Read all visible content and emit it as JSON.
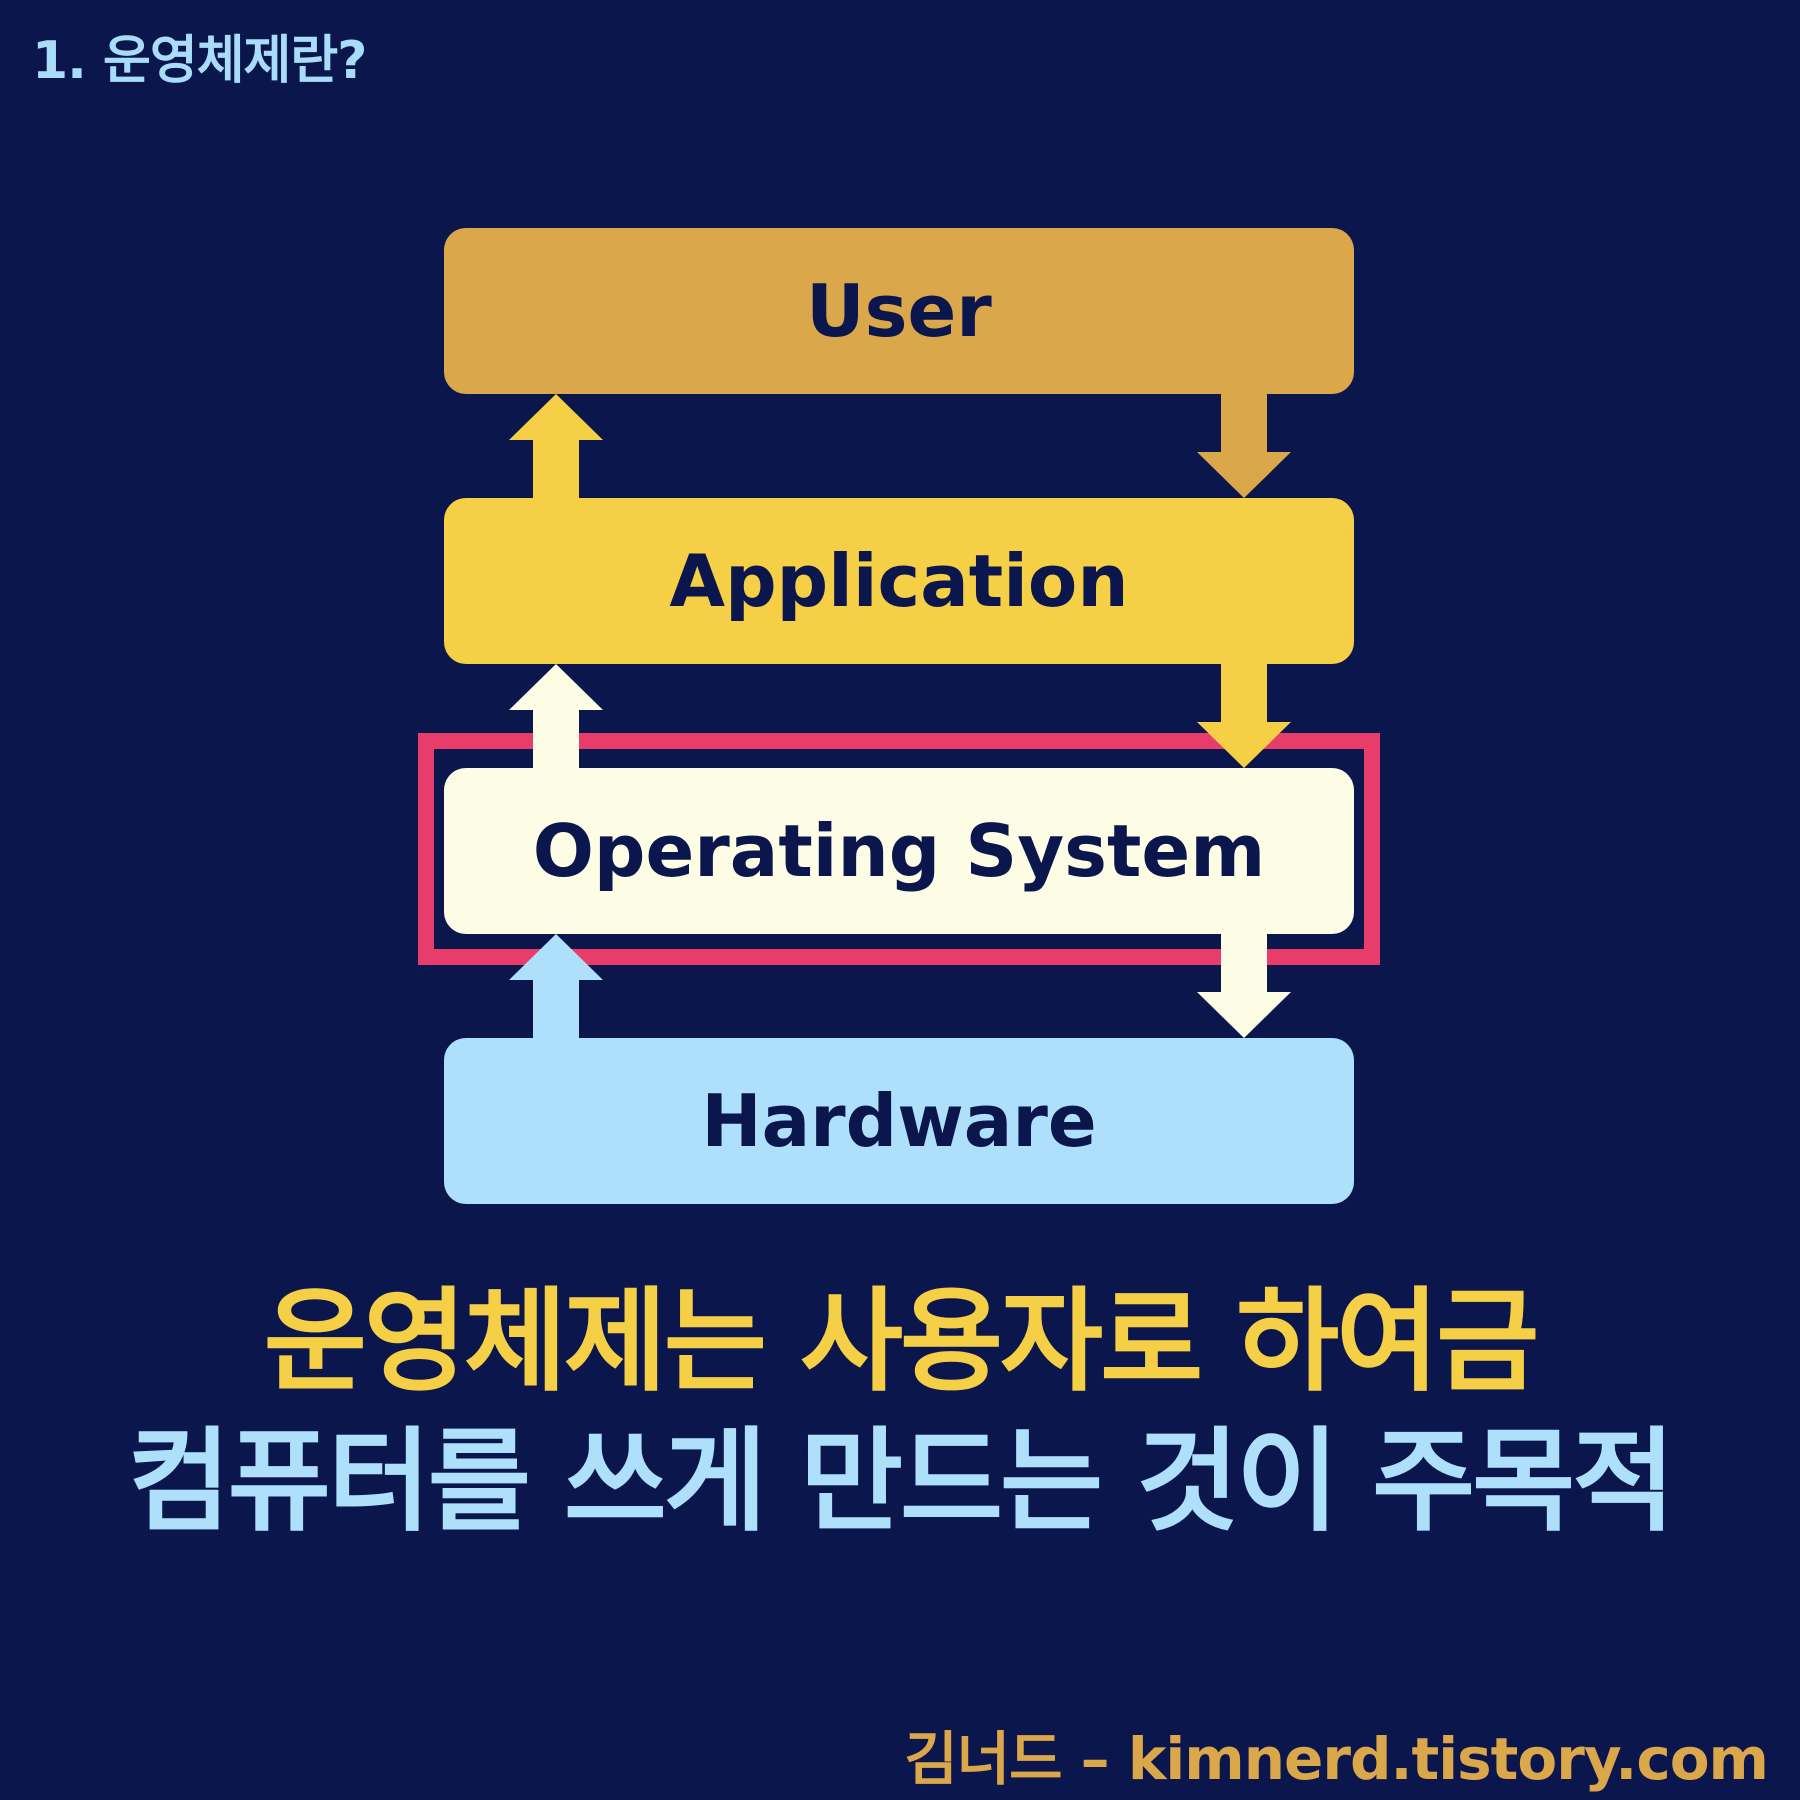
{
  "header": {
    "title": "1. 운영체제란?"
  },
  "diagram": {
    "layers": [
      {
        "label": "User",
        "color": "#dba74b"
      },
      {
        "label": "Application",
        "color": "#f5cf45"
      },
      {
        "label": "Operating System",
        "color": "#fdfde6"
      },
      {
        "label": "Hardware",
        "color": "#aee0fb"
      }
    ],
    "highlight_color": "#e83d6b",
    "arrow_colors": {
      "up_to_user": "#f5cf45",
      "down_to_app": "#dba74b",
      "up_to_app": "#fdfde6",
      "down_to_os": "#f5cf45",
      "up_to_os": "#aee0fb",
      "down_to_hw": "#fdfde6"
    }
  },
  "caption": {
    "line1": "운영체제는 사용자로 하여금",
    "line2": "컴퓨터를 쓰게 만드는 것이 주목적"
  },
  "footer": {
    "credit": "김너드 – kimnerd.tistory.com"
  },
  "theme": {
    "background": "#0b164d",
    "text_dark": "#0b164d"
  }
}
